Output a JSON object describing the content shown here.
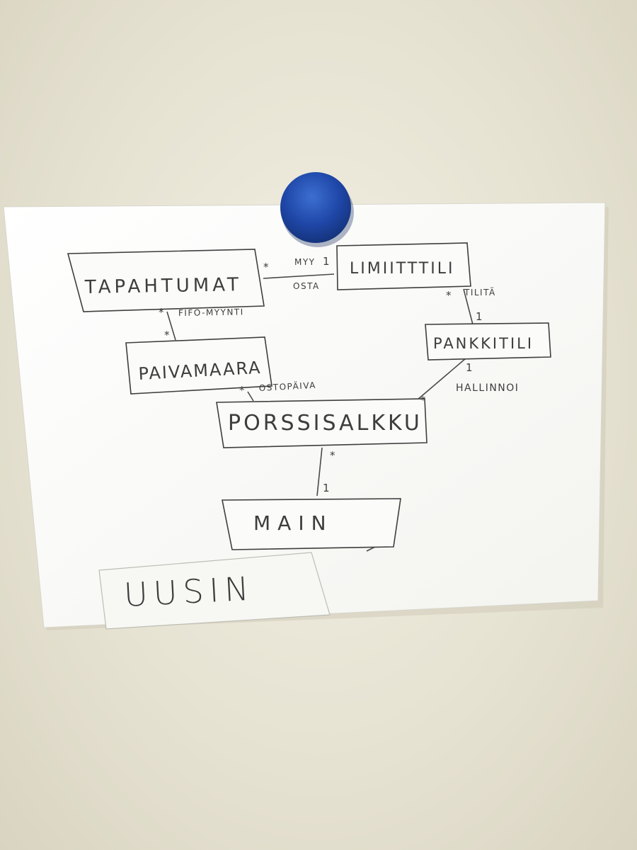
{
  "diagram": {
    "boxes": {
      "tapahtumat": "TAPAHTUMAT",
      "limiittili": "LIMIITTTILI",
      "pankkitili": "PANKKITILI",
      "paivamaara": "PAIVAMAARA",
      "porssisalkku": "PORSSISALKKU",
      "main": "MAIN"
    },
    "labels": {
      "myy": "MYY",
      "osta": "OSTA",
      "tilita": "TILITÄ",
      "fifo_myynti": "FIFO-MYYNTI",
      "ostopaiva": "OSTOPÄIVA",
      "hallinnoi": "HALLINNOI"
    },
    "multiplicities": {
      "tapahtumat_limiittili_many": "*",
      "tapahtumat_limiittili_one": "1",
      "limiittili_pankkitili_many": "*",
      "limiittili_pankkitili_one": "1",
      "tapahtumat_paivamaara_top": "*",
      "tapahtumat_paivamaara_bottom": "*",
      "paivamaara_porssisalkku": "*",
      "pankkitili_porssisalkku_one": "1",
      "pankkitili_porssisalkku_many": "*",
      "porssisalkku_main_many": "*",
      "porssisalkku_main_one": "1"
    }
  },
  "note": {
    "text": "UUSIN"
  },
  "colors": {
    "magnet": "#1f47a8",
    "paper": "#fbfbf9",
    "ink": "#3d3d3d",
    "wall": "#e7e3d3"
  }
}
